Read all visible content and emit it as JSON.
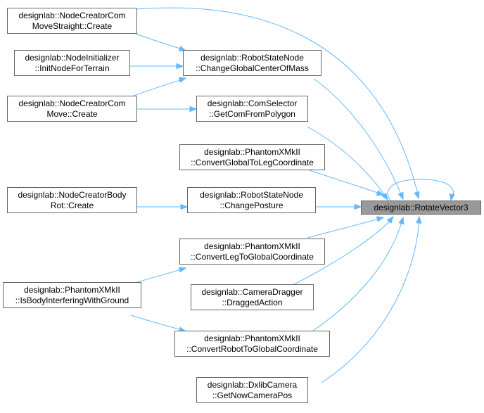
{
  "graph": {
    "colors": {
      "edge": "#63b8ff",
      "node_border": "#666666",
      "node_fill": "#ffffff",
      "focus_fill": "#999999",
      "text": "#000000"
    },
    "nodes": [
      {
        "id": "move_straight",
        "name": "node-creator-com-move-straight-create",
        "lines": [
          "designlab::NodeCreatorCom",
          "MoveStraight::Create"
        ]
      },
      {
        "id": "init_terrain",
        "name": "node-initializer-init-node-for-terrain",
        "lines": [
          "designlab::NodeInitializer",
          "::InitNodeForTerrain"
        ]
      },
      {
        "id": "com_move",
        "name": "node-creator-com-move-create",
        "lines": [
          "designlab::NodeCreatorCom",
          "Move::Create"
        ]
      },
      {
        "id": "body_rot",
        "name": "node-creator-body-rot-create",
        "lines": [
          "designlab::NodeCreatorBody",
          "Rot::Create"
        ]
      },
      {
        "id": "body_interfering",
        "name": "phantomxmkii-is-body-interfering-with-ground",
        "lines": [
          "designlab::PhantomXMkII",
          "::IsBodyInterferingWithGround"
        ]
      },
      {
        "id": "change_com",
        "name": "robot-state-node-change-global-center-of-mass",
        "lines": [
          "designlab::RobotStateNode",
          "::ChangeGlobalCenterOfMass"
        ]
      },
      {
        "id": "get_com_poly",
        "name": "com-selector-get-com-from-polygon",
        "lines": [
          "designlab::ComSelector",
          "::GetComFromPolygon"
        ]
      },
      {
        "id": "global_to_leg",
        "name": "phantomxmkii-convert-global-to-leg-coordinate",
        "lines": [
          "designlab::PhantomXMkII",
          "::ConvertGlobalToLegCoordinate"
        ]
      },
      {
        "id": "change_posture",
        "name": "robot-state-node-change-posture",
        "lines": [
          "designlab::RobotStateNode",
          "::ChangePosture"
        ]
      },
      {
        "id": "leg_to_global",
        "name": "phantomxmkii-convert-leg-to-global-coordinate",
        "lines": [
          "designlab::PhantomXMkII",
          "::ConvertLegToGlobalCoordinate"
        ]
      },
      {
        "id": "dragged_action",
        "name": "camera-dragger-dragged-action",
        "lines": [
          "designlab::CameraDragger",
          "::DraggedAction"
        ]
      },
      {
        "id": "robot_to_global",
        "name": "phantomxmkii-convert-robot-to-global-coordinate",
        "lines": [
          "designlab::PhantomXMkII",
          "::ConvertRobotToGlobalCoordinate"
        ]
      },
      {
        "id": "now_camera_pos",
        "name": "dxlib-camera-get-now-camera-pos",
        "lines": [
          "designlab::DxlibCamera",
          "::GetNowCameraPos"
        ]
      },
      {
        "id": "rotate_vector3",
        "name": "rotate-vector3-focus",
        "lines": [
          "designlab::RotateVector3"
        ],
        "focus": true
      }
    ],
    "edges": [
      {
        "from": "move_straight",
        "to": "rotate_vector3"
      },
      {
        "from": "move_straight",
        "to": "change_com"
      },
      {
        "from": "init_terrain",
        "to": "change_com"
      },
      {
        "from": "com_move",
        "to": "change_com"
      },
      {
        "from": "com_move",
        "to": "get_com_poly"
      },
      {
        "from": "change_com",
        "to": "rotate_vector3"
      },
      {
        "from": "get_com_poly",
        "to": "rotate_vector3"
      },
      {
        "from": "global_to_leg",
        "to": "rotate_vector3"
      },
      {
        "from": "rotate_vector3",
        "to": "rotate_vector3"
      },
      {
        "from": "body_rot",
        "to": "change_posture"
      },
      {
        "from": "change_posture",
        "to": "rotate_vector3"
      },
      {
        "from": "leg_to_global",
        "to": "rotate_vector3"
      },
      {
        "from": "body_interfering",
        "to": "leg_to_global"
      },
      {
        "from": "body_interfering",
        "to": "robot_to_global"
      },
      {
        "from": "dragged_action",
        "to": "rotate_vector3"
      },
      {
        "from": "robot_to_global",
        "to": "rotate_vector3"
      },
      {
        "from": "now_camera_pos",
        "to": "rotate_vector3"
      }
    ]
  }
}
